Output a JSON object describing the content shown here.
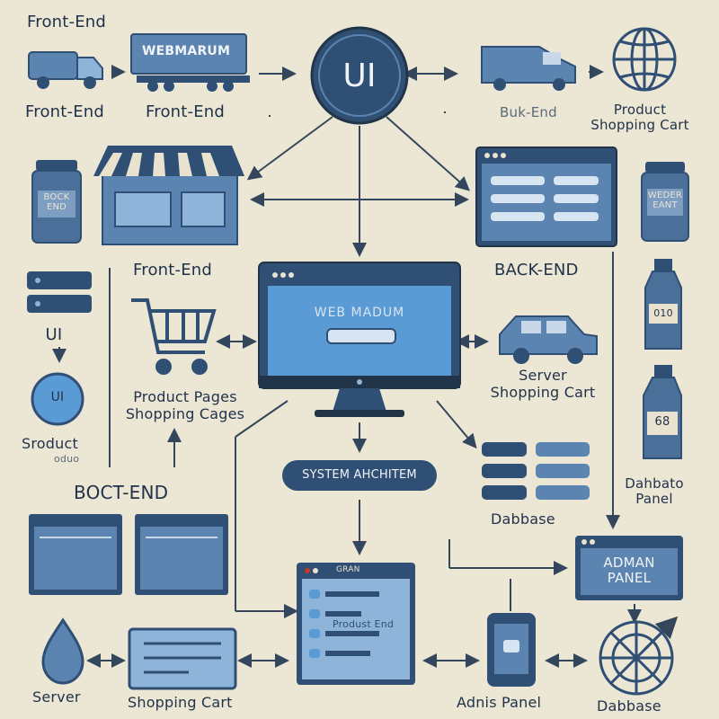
{
  "colors": {
    "background": "#ece6d4",
    "dark": "#2f4f74",
    "mid": "#5c84b1",
    "light": "#8fb4d9",
    "screen": "#5b9bd5",
    "line": "#34465c"
  },
  "labels": {
    "front_end_top": "Front-End",
    "front_end_left": "Front-End",
    "front_end_mid": "Front-End",
    "webmarum_truck": "WEBMARUM",
    "ui_main": "UI",
    "back_end_top": "Buk-End",
    "product_shopping_cart_top": "Product\nShopping Cart",
    "jar_left": "BOCK\nEND",
    "jar_right": "WEDER\nEANT",
    "front_end_store": "Front-End",
    "back_end_right": "BACK-END",
    "ui_left": "UI",
    "ui_small_circle": "UI",
    "sroduct": "Sroduct",
    "sroduct_sub": "oduo",
    "product_pages": "Product Pages\nShopping Cages",
    "monitor_text": "WEB MADUM",
    "server_shopping_cart_right": "Server\nShopping Cart",
    "bottle1": "010",
    "bottle2": "68",
    "boct_end": "BOCT-END",
    "system_architen": "SYSTEM AHCHITEM",
    "dabbase": "Dabbase",
    "dahbate_panel": "Dahbato\nPanel",
    "admin_panel": "ADMAN\nPANEL",
    "produst_end": "Produst End",
    "window_tab": "GRAN",
    "server_bottom": "Server",
    "shopping_cart_bottom": "Shopping Cart",
    "adnis_panel": "Adnis Panel",
    "dabbase_bottom": "Dabbase"
  },
  "icons": [
    "truck-icon",
    "ui-circle-icon",
    "van-icon",
    "globe-icon",
    "storefront-icon",
    "jar-icon",
    "browser-window-icon",
    "monitor-icon",
    "shopping-cart-icon",
    "car-icon",
    "bottle-icon",
    "water-drop-icon",
    "phone-icon",
    "compass-icon",
    "server-rack-icon",
    "panel-icon"
  ]
}
